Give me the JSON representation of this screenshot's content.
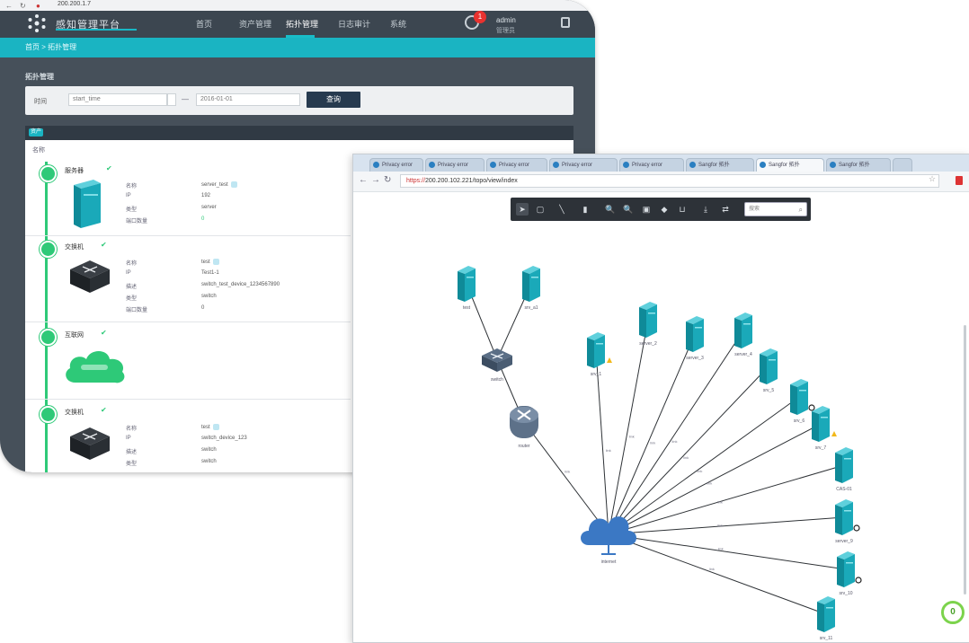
{
  "back_window": {
    "browser": {
      "url": "200.200.1.7"
    },
    "header": {
      "app_title": "感知管理平台",
      "nav_tabs": [
        "首页",
        "资产管理",
        "拓扑管理",
        "日志审计",
        "系统"
      ],
      "active_tab_index": 2,
      "notification_count": "1",
      "user_name": "admin",
      "user_role": "管理员"
    },
    "breadcrumb": "首页 > 拓扑管理",
    "section_title": "拓扑管理",
    "filter": {
      "label": "时间",
      "start_value": "start_time",
      "date_separator": "—",
      "end_value": "2016-01-01",
      "query_button": "查询"
    },
    "results": {
      "badge": "资产",
      "list_header": "名称",
      "items": [
        {
          "title": "服务器",
          "icon": "server-icon",
          "fields": [
            {
              "key": "名称",
              "value": "server_test"
            },
            {
              "key": "IP",
              "value": "192"
            },
            {
              "key": "类型",
              "value": "server"
            },
            {
              "key": "端口数量",
              "value": "0"
            }
          ]
        },
        {
          "title": "交换机",
          "icon": "switch-icon",
          "fields": [
            {
              "key": "名称",
              "value": "test"
            },
            {
              "key": "IP",
              "value": "Test1-1"
            },
            {
              "key": "描述",
              "value": "switch_test_device_1234567890"
            },
            {
              "key": "类型",
              "value": "switch"
            },
            {
              "key": "端口数量",
              "value": "0"
            }
          ]
        },
        {
          "title": "互联网",
          "icon": "cloud-icon",
          "fields": []
        },
        {
          "title": "交换机",
          "icon": "switch-icon",
          "fields": [
            {
              "key": "名称",
              "value": "test"
            },
            {
              "key": "IP",
              "value": "switch_device_123"
            },
            {
              "key": "描述",
              "value": "switch"
            },
            {
              "key": "类型",
              "value": "switch"
            }
          ]
        }
      ]
    }
  },
  "front_window": {
    "tabs": [
      "Privacy error",
      "Privacy error",
      "Privacy error",
      "Privacy error",
      "Privacy error",
      "Sangfor 拓扑",
      "Sangfor 拓扑",
      "Sangfor 拓扑"
    ],
    "active_tab_index": 6,
    "url_prefix": "https://",
    "url": "200.200.102.221/topo/view/index",
    "toolbar": {
      "tools": [
        "pointer-icon",
        "select-box-icon",
        "line-icon",
        "trash-icon",
        "zoom-in-icon",
        "zoom-out-icon",
        "fit-icon",
        "save-icon",
        "layout-icon",
        "download-icon",
        "refresh-icon"
      ],
      "selected_index": 0,
      "search_placeholder": "搜索"
    },
    "zoom_badge": "0",
    "topology": {
      "nodes": [
        {
          "id": "srv-test",
          "type": "server",
          "label": "test"
        },
        {
          "id": "srv-a1",
          "type": "server",
          "label": "srv_a1"
        },
        {
          "id": "switch-1",
          "type": "switch",
          "label": "switch"
        },
        {
          "id": "router-1",
          "type": "router",
          "label": "router"
        },
        {
          "id": "cloud-1",
          "type": "cloud",
          "label": "internet"
        },
        {
          "id": "srv-1",
          "type": "server",
          "label": "srv_1",
          "alert": "warning"
        },
        {
          "id": "srv-2",
          "type": "server",
          "label": "server_2"
        },
        {
          "id": "srv-3",
          "type": "server",
          "label": "server_3"
        },
        {
          "id": "srv-4",
          "type": "server",
          "label": "server_4"
        },
        {
          "id": "srv-5",
          "type": "server",
          "label": "srv_5"
        },
        {
          "id": "srv-6",
          "type": "server",
          "label": "srv_6",
          "alert": "status"
        },
        {
          "id": "srv-7",
          "type": "server",
          "label": "srv_7",
          "alert": "warning"
        },
        {
          "id": "srv-8",
          "type": "server",
          "label": "CAS-01"
        },
        {
          "id": "srv-9",
          "type": "server",
          "label": "server_9",
          "alert": "status"
        },
        {
          "id": "srv-10",
          "type": "server",
          "label": "srv_10",
          "alert": "status"
        },
        {
          "id": "srv-11",
          "type": "server",
          "label": "srv_11"
        }
      ],
      "links": [
        {
          "from": "srv-test",
          "to": "switch-1",
          "label": ""
        },
        {
          "from": "srv-a1",
          "to": "switch-1",
          "label": ""
        },
        {
          "from": "switch-1",
          "to": "router-1",
          "label": ""
        },
        {
          "from": "router-1",
          "to": "cloud-1",
          "label": "link"
        },
        {
          "from": "cloud-1",
          "to": "srv-1",
          "label": "link"
        },
        {
          "from": "cloud-1",
          "to": "srv-2",
          "label": "link"
        },
        {
          "from": "cloud-1",
          "to": "srv-3",
          "label": "link"
        },
        {
          "from": "cloud-1",
          "to": "srv-4",
          "label": "link"
        },
        {
          "from": "cloud-1",
          "to": "srv-5",
          "label": "link"
        },
        {
          "from": "cloud-1",
          "to": "srv-6",
          "label": "link"
        },
        {
          "from": "cloud-1",
          "to": "srv-7",
          "label": "link"
        },
        {
          "from": "cloud-1",
          "to": "srv-8",
          "label": "link"
        },
        {
          "from": "cloud-1",
          "to": "srv-9",
          "label": "link"
        },
        {
          "from": "cloud-1",
          "to": "srv-10",
          "label": "link"
        },
        {
          "from": "cloud-1",
          "to": "srv-11",
          "label": "link"
        }
      ]
    }
  },
  "colors": {
    "accent": "#1ab4c2",
    "success": "#2ec978",
    "server": "#1aa9b9",
    "cloud": "#3b78c4",
    "alert": "#f2b81a"
  }
}
